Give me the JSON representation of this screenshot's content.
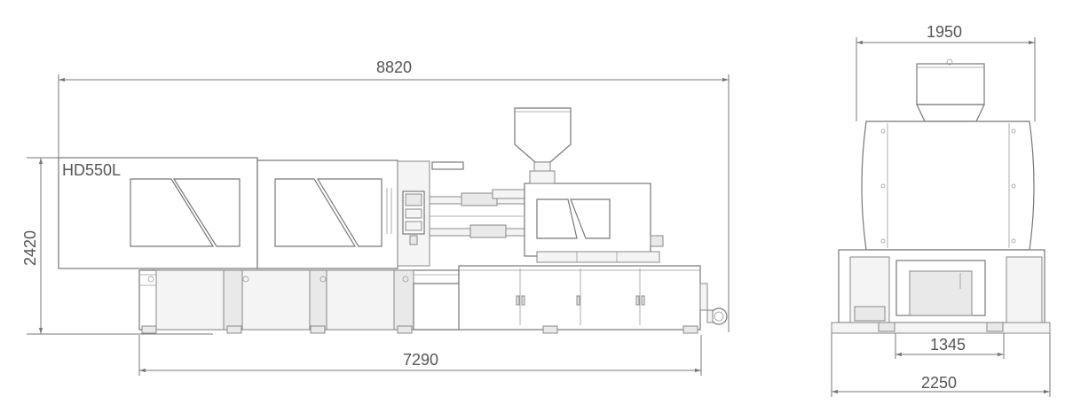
{
  "model": "HD550L",
  "side_view": {
    "overall_length": "8820",
    "height": "2420",
    "base_length": "7290"
  },
  "end_view": {
    "top_width": "1950",
    "inner_width": "1345",
    "overall_width": "2250"
  }
}
